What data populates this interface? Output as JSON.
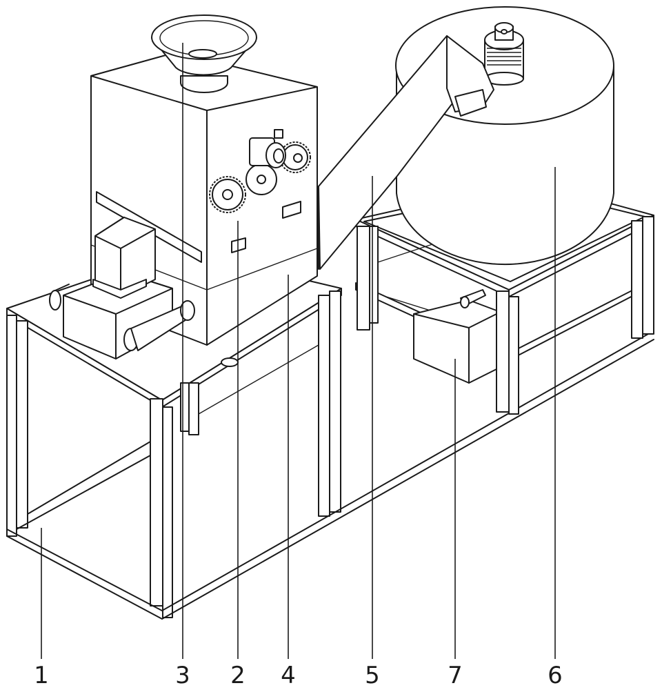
{
  "labels": {
    "frame": "1",
    "gear_drive": "2",
    "hopper": "3",
    "crusher_body": "4",
    "conveyor_chute": "5",
    "motor": "7",
    "tank": "6"
  }
}
